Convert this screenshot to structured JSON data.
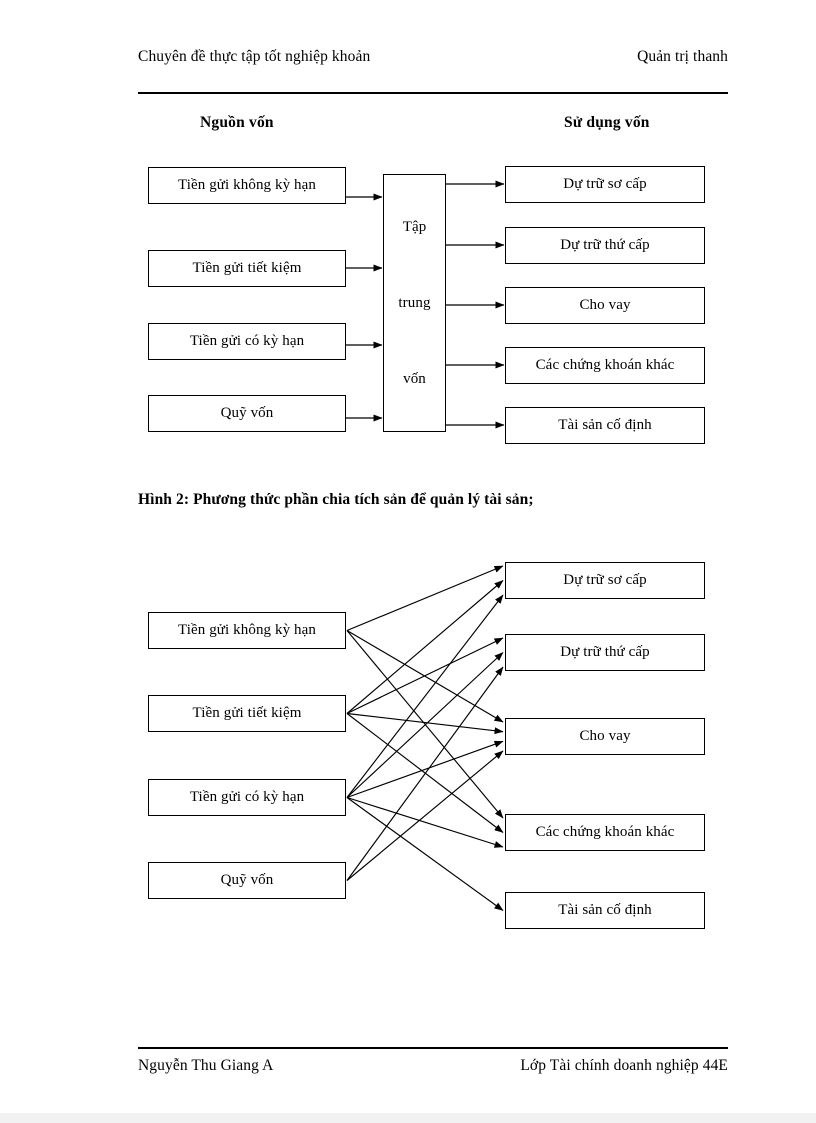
{
  "page": {
    "header": {
      "left_text": "Chuyên đề thực tập tốt nghiệp khoản",
      "right_text": "Quản trị thanh"
    },
    "footer": {
      "left_text": "Nguyễn Thu Giang A",
      "right_text": "Lớp Tài chính doanh nghiệp 44E"
    }
  },
  "figure1": {
    "column_titles": {
      "left": "Nguồn vốn",
      "right": "Sử dụng vốn"
    },
    "sources": [
      {
        "label": "Tiền gửi không kỳ hạn"
      },
      {
        "label": "Tiền gửi tiết kiệm"
      },
      {
        "label": "Tiền gửi có kỳ hạn"
      },
      {
        "label": "Quỹ vốn"
      }
    ],
    "center": {
      "line1": "Tập",
      "line2": "trung",
      "line3": "vốn"
    },
    "uses": [
      {
        "label": "Dự trữ sơ cấp"
      },
      {
        "label": "Dự trữ thứ cấp"
      },
      {
        "label": "Cho vay"
      },
      {
        "label": "Các chứng khoán khác"
      },
      {
        "label": "Tài sản cố định"
      }
    ]
  },
  "figure2": {
    "caption": "Hình 2: Phương thức phần chia tích sản để quản lý tài sản;",
    "sources": [
      {
        "label": "Tiền gửi không kỳ hạn"
      },
      {
        "label": "Tiền gửi tiết kiệm"
      },
      {
        "label": "Tiền gửi có kỳ hạn"
      },
      {
        "label": "Quỹ vốn"
      }
    ],
    "uses": [
      {
        "label": "Dự trữ sơ cấp"
      },
      {
        "label": "Dự trữ thứ cấp"
      },
      {
        "label": "Cho vay"
      },
      {
        "label": "Các chứng khoán khác"
      },
      {
        "label": "Tài sản cố định"
      }
    ],
    "edges": [
      {
        "from": 0,
        "to": 0
      },
      {
        "from": 0,
        "to": 2
      },
      {
        "from": 0,
        "to": 3
      },
      {
        "from": 1,
        "to": 0
      },
      {
        "from": 1,
        "to": 1
      },
      {
        "from": 1,
        "to": 2
      },
      {
        "from": 1,
        "to": 3
      },
      {
        "from": 2,
        "to": 0
      },
      {
        "from": 2,
        "to": 1
      },
      {
        "from": 2,
        "to": 2
      },
      {
        "from": 2,
        "to": 3
      },
      {
        "from": 2,
        "to": 4
      },
      {
        "from": 3,
        "to": 1
      },
      {
        "from": 3,
        "to": 2
      }
    ]
  },
  "colors": {
    "ink": "#000000",
    "paper": "#ffffff"
  }
}
